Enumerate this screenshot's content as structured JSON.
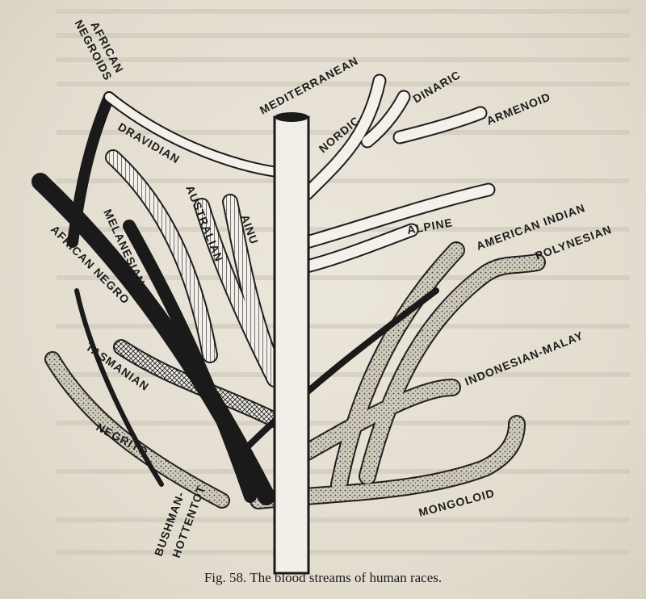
{
  "figure": {
    "caption": "Fig. 58. The blood streams of human races.",
    "labels": {
      "african_negroids": [
        "AFRICAN",
        "NEGROIDS"
      ],
      "mediterranean": "MEDITERRANEAN",
      "dinaric": "DINARIC",
      "armenoid": "ARMENOID",
      "nordic": "NORDIC",
      "dravidian": "DRAVIDIAN",
      "australian": "AUSTRALIAN",
      "ainu": "AINU",
      "alpine": "ALPINE",
      "american_indian": "AMERICAN INDIAN",
      "polynesian": "POLYNESIAN",
      "melanesian_papuan": "MELANESIAN-PAPUAN",
      "african_negro": "AFRICAN NEGRO",
      "tasmanian": "TASMANIAN",
      "indonesian_malay": "INDONESIAN-MALAY",
      "negrito": "NEGRITO",
      "bushman_hottentot": [
        "BUSHMAN-",
        "HOTTENTOT"
      ],
      "mongoloid": "MONGOLOID"
    }
  }
}
